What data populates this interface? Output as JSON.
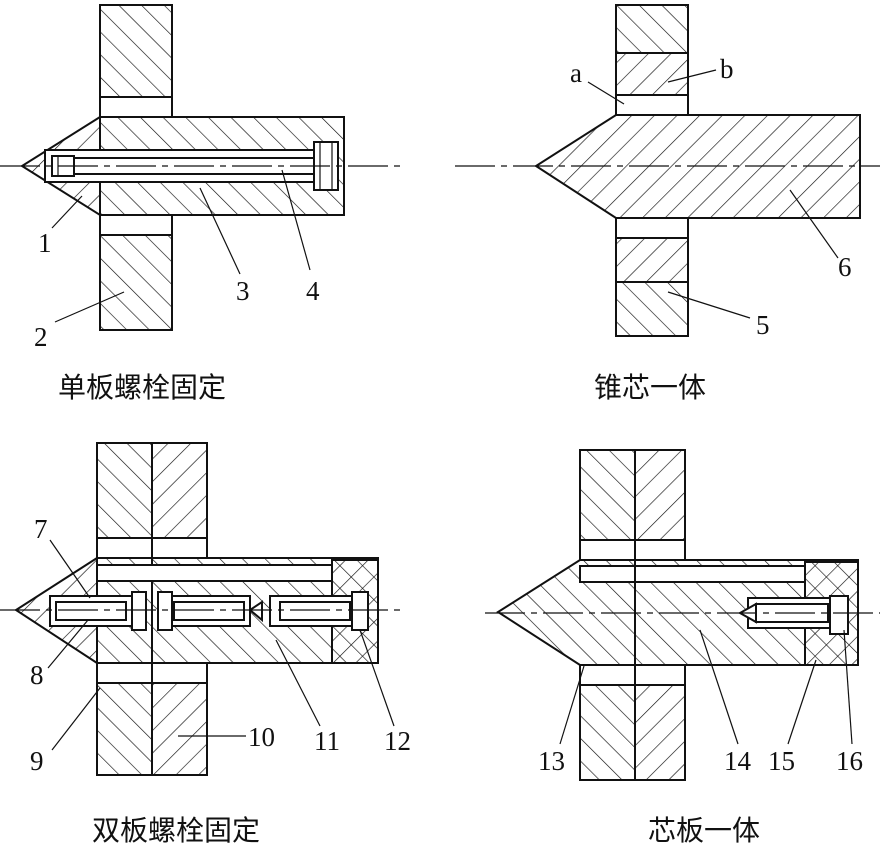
{
  "captions": {
    "top_left": "单板螺栓固定",
    "top_right": "锥芯一体",
    "bottom_left": "双板螺栓固定",
    "bottom_right": "芯板一体"
  },
  "labels": {
    "n1": "1",
    "n2": "2",
    "n3": "3",
    "n4": "4",
    "a": "a",
    "b": "b",
    "n5": "5",
    "n6": "6",
    "n7": "7",
    "n8": "8",
    "n9": "9",
    "n10": "10",
    "n11": "11",
    "n12": "12",
    "n13": "13",
    "n14": "14",
    "n15": "15",
    "n16": "16"
  }
}
